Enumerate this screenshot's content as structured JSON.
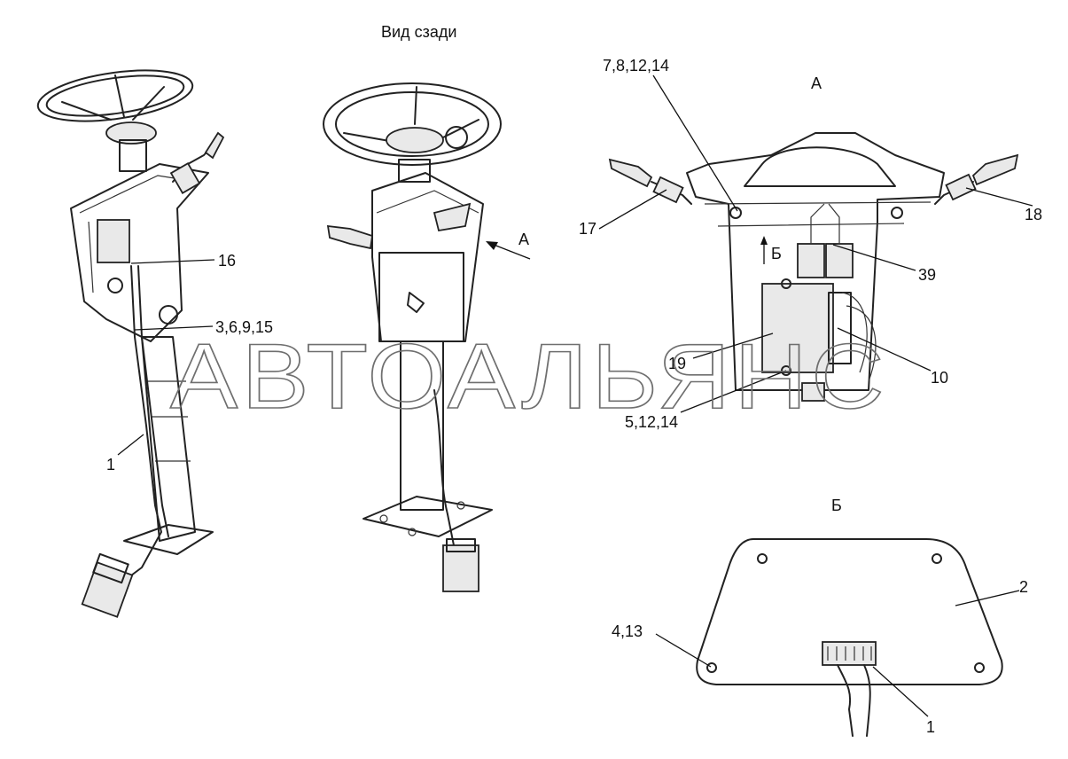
{
  "views": {
    "rear_view_title": "Вид сзади",
    "view_a_title": "А",
    "view_b_title": "Б",
    "arrow_a_label": "А",
    "arrow_b_label": "Б"
  },
  "callouts": {
    "c16": "16",
    "c3_6_9_15": "3,6,9,15",
    "c1_left": "1",
    "c7_8_12_14": "7,8,12,14",
    "c17": "17",
    "c18": "18",
    "c39": "39",
    "c19": "19",
    "c10": "10",
    "c5_12_14": "5,12,14",
    "c2": "2",
    "c4_13": "4,13",
    "c1_detail": "1"
  },
  "watermark": "АВТОАЛЬЯНС",
  "colors": {
    "line": "#222222",
    "watermark": "#6f6f6f",
    "background": "#ffffff"
  }
}
